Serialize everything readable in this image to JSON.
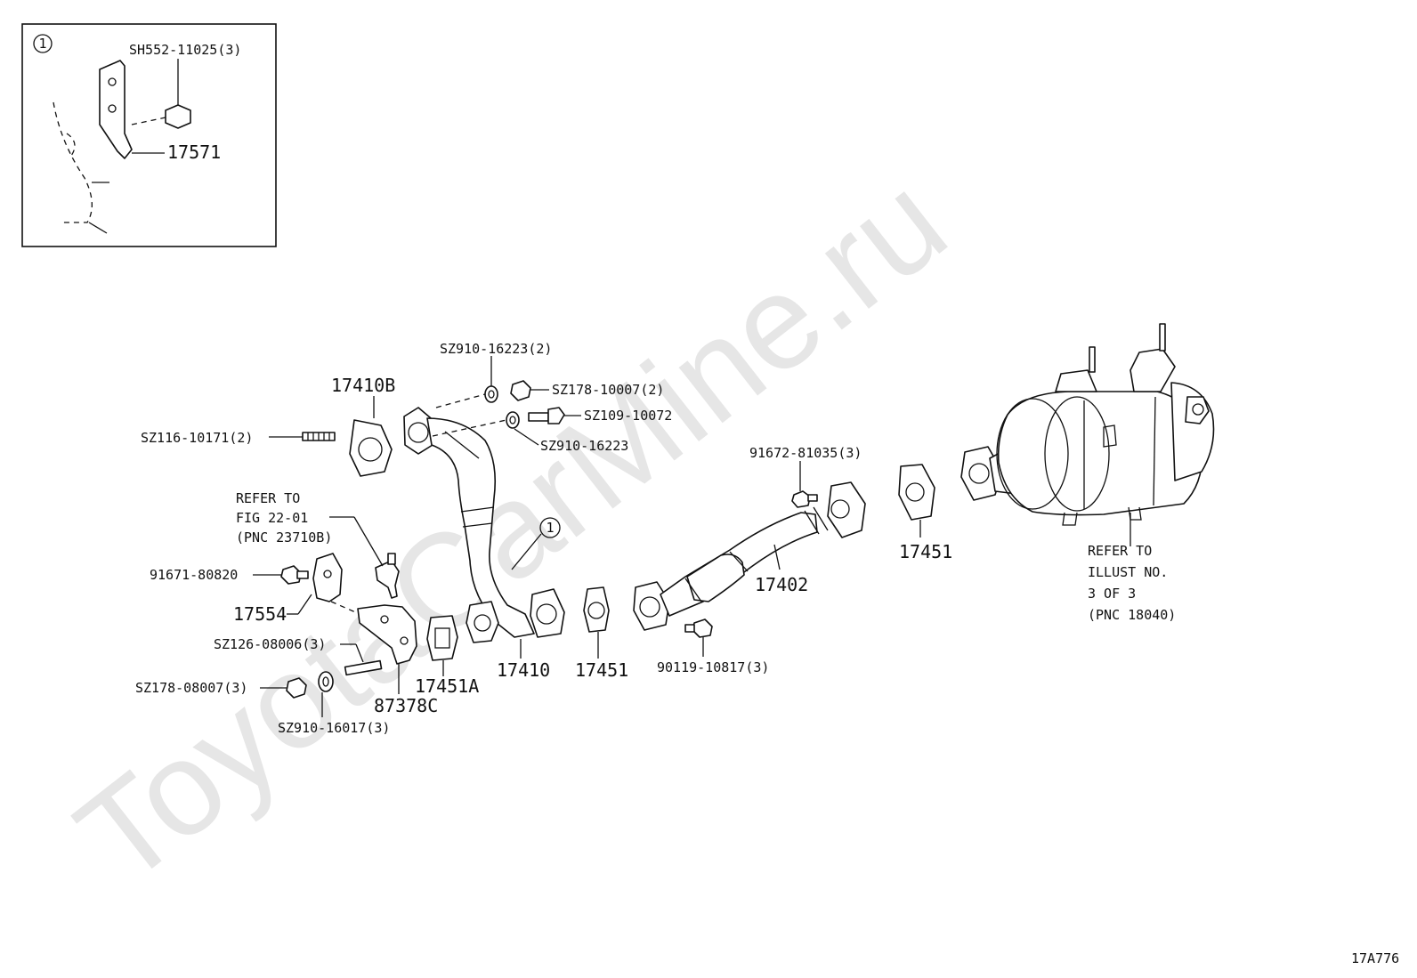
{
  "watermark": "ToyotaCarMine.ru",
  "inset": {
    "marker": "1",
    "labels": {
      "bolt": "SH552-11025(3)",
      "bracket": "17571"
    }
  },
  "callout": {
    "marker": "1"
  },
  "labels": {
    "p17410B": "17410B",
    "p17410": "17410",
    "p17451a": "17451",
    "p17451b": "17451",
    "p17451A": "17451A",
    "p17402": "17402",
    "p17554": "17554",
    "p87378C": "87378C",
    "sz910_16223_2": "SZ910-16223(2)",
    "sz178_10007_2": "SZ178-10007(2)",
    "sz109_10072": "SZ109-10072",
    "sz910_16223": "SZ910-16223",
    "sz116_10171_2": "SZ116-10171(2)",
    "p91672_81035_3": "91672-81035(3)",
    "p91671_80820": "91671-80820",
    "sz126_08006_3": "SZ126-08006(3)",
    "sz178_08007_3": "SZ178-08007(3)",
    "sz910_16017_3": "SZ910-16017(3)",
    "p90119_10817_3": "90119-10817(3)"
  },
  "refer_fig": {
    "line1": "REFER TO",
    "line2": "FIG 22-01",
    "line3": "(PNC 23710B)"
  },
  "refer_illust": {
    "line1": "REFER TO",
    "line2": "ILLUST NO.",
    "line3": "3 OF 3",
    "line4": "(PNC 18040)"
  },
  "figure_code": "17A776"
}
